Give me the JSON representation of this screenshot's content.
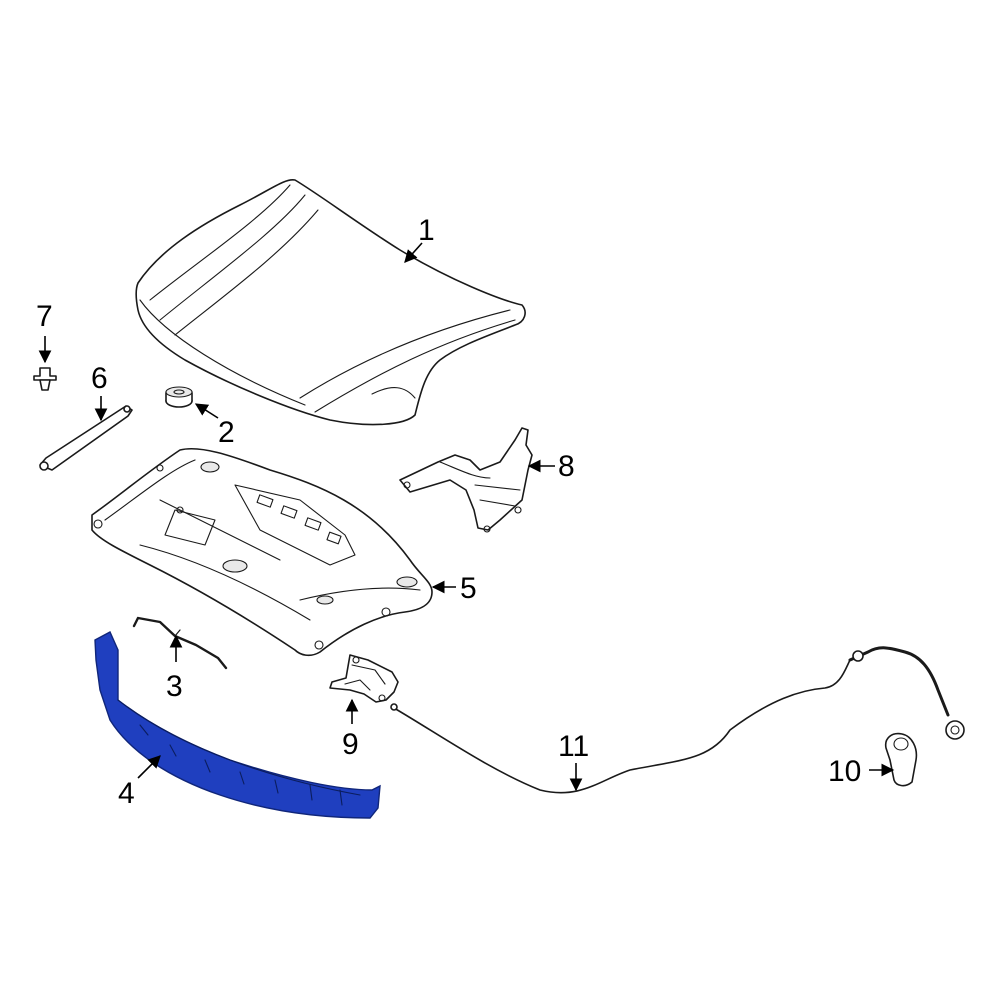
{
  "diagram": {
    "highlight_color": "#1f3fbf",
    "line_color": "#1a1a1a",
    "highlighted_part": "4",
    "callouts": {
      "c1": "1",
      "c2": "2",
      "c3": "3",
      "c4": "4",
      "c5": "5",
      "c6": "6",
      "c7": "7",
      "c8": "8",
      "c9": "9",
      "c10": "10",
      "c11": "11"
    }
  }
}
